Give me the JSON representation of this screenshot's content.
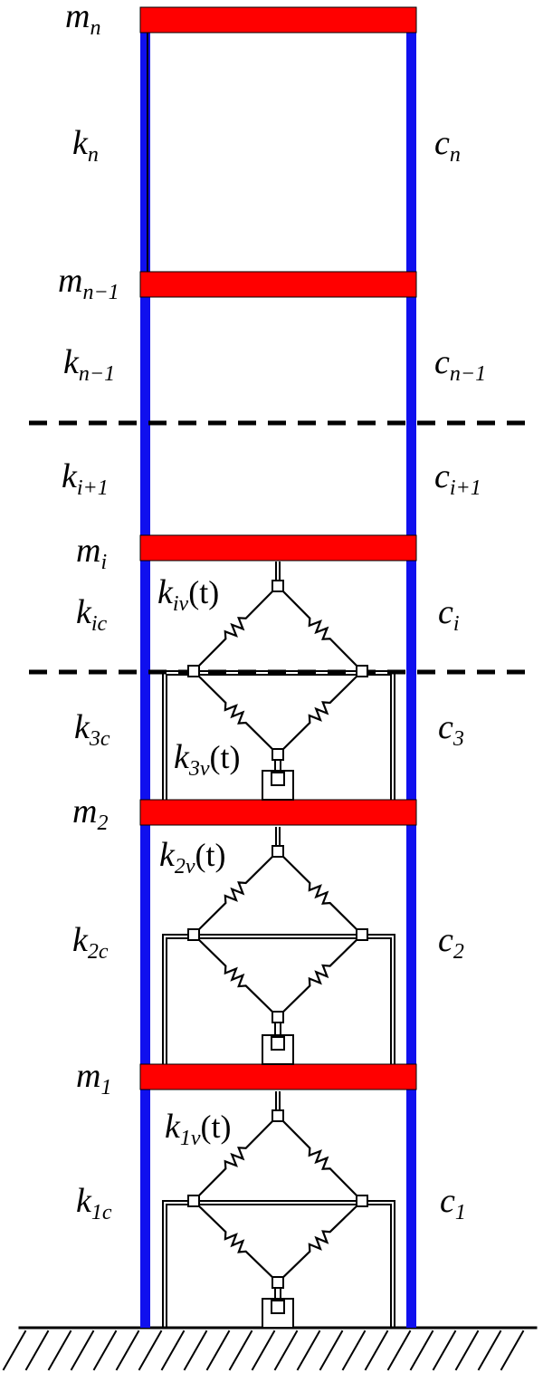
{
  "colors": {
    "column": "#1010ee",
    "floor": "#ff0000",
    "line": "#000000",
    "background": "#ffffff"
  },
  "labels": {
    "left": [
      {
        "id": "m-n",
        "sym": "m",
        "sub": "n"
      },
      {
        "id": "k-n",
        "sym": "k",
        "sub": "n"
      },
      {
        "id": "m-n-1",
        "sym": "m",
        "sub": "n−1"
      },
      {
        "id": "k-n-1",
        "sym": "k",
        "sub": "n−1"
      },
      {
        "id": "k-i+1",
        "sym": "k",
        "sub": "i+1"
      },
      {
        "id": "m-i",
        "sym": "m",
        "sub": "i"
      },
      {
        "id": "k-ic",
        "sym": "k",
        "sub": "ic"
      },
      {
        "id": "k-3c",
        "sym": "k",
        "sub": "3c"
      },
      {
        "id": "m-2",
        "sym": "m",
        "sub": "2"
      },
      {
        "id": "k-2c",
        "sym": "k",
        "sub": "2c"
      },
      {
        "id": "m-1",
        "sym": "m",
        "sub": "1"
      },
      {
        "id": "k-1c",
        "sym": "k",
        "sub": "1c"
      }
    ],
    "right": [
      {
        "id": "c-n",
        "sym": "c",
        "sub": "n"
      },
      {
        "id": "c-n-1",
        "sym": "c",
        "sub": "n−1"
      },
      {
        "id": "c-i+1",
        "sym": "c",
        "sub": "i+1"
      },
      {
        "id": "c-i",
        "sym": "c",
        "sub": "i"
      },
      {
        "id": "c-3",
        "sym": "c",
        "sub": "3"
      },
      {
        "id": "c-2",
        "sym": "c",
        "sub": "2"
      },
      {
        "id": "c-1",
        "sym": "c",
        "sub": "1"
      }
    ],
    "devices": [
      {
        "id": "k-iv",
        "sym": "k",
        "sub": "iv",
        "arg": "(t)"
      },
      {
        "id": "k-3v",
        "sym": "k",
        "sub": "3v",
        "arg": "(t)"
      },
      {
        "id": "k-2v",
        "sym": "k",
        "sub": "2v",
        "arg": "(t)"
      },
      {
        "id": "k-1v",
        "sym": "k",
        "sub": "1v",
        "arg": "(t)"
      }
    ]
  }
}
